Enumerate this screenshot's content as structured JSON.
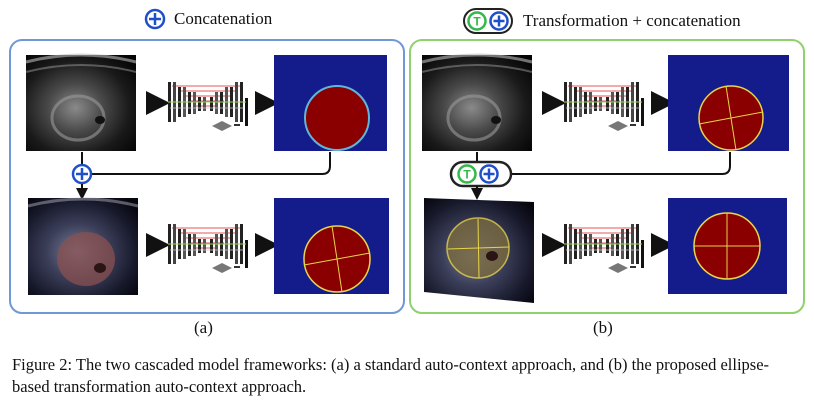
{
  "panel_a": {
    "header": "Concatenation",
    "operator_symbols": [
      "⊕"
    ],
    "sublabel": "(a)",
    "frame_color": "#6f98d6"
  },
  "panel_b": {
    "header": "Transformation + concatenation",
    "operator_symbols": [
      "T",
      "⊕"
    ],
    "sublabel": "(b)",
    "frame_color": "#8fd16a"
  },
  "caption": {
    "text": "Figure 2: The two cascaded model frameworks: (a) a standard auto-context approach, and (b) the proposed ellipse-based transformation auto-context approach."
  },
  "colors": {
    "segmentation_background": "#141c8c",
    "segmentation_foreground": "#8a0000",
    "ellipse_outline": "#e7d54a",
    "concat_operator": "#1f4fc9",
    "transform_operator": "#35b84a"
  },
  "icons": [
    "ultrasound-image",
    "unet-icon",
    "segmentation-map",
    "arrow-right-icon",
    "concat-icon",
    "transform-icon"
  ]
}
